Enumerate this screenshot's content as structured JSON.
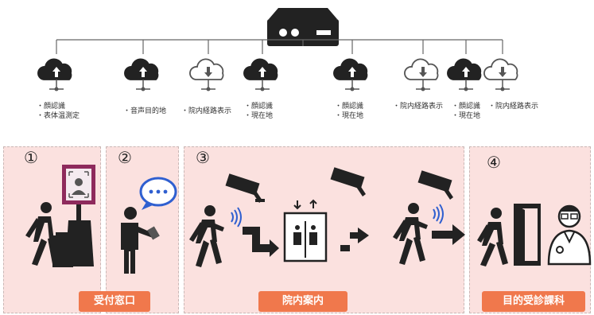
{
  "clouds": [
    {
      "kind": "upload",
      "lines": [
        "・顔認識",
        "・表体温測定"
      ]
    },
    {
      "kind": "upload",
      "lines": [
        "・音声目的地"
      ]
    },
    {
      "kind": "download",
      "lines": [
        "・院内経路表示"
      ]
    },
    {
      "kind": "upload",
      "lines": [
        "・顔認識",
        "・現在地"
      ]
    },
    {
      "kind": "upload",
      "lines": [
        "・顔認識",
        "・現在地"
      ]
    },
    {
      "kind": "download",
      "lines": [
        "・院内経路表示"
      ]
    },
    {
      "kind": "upload",
      "lines": [
        "・顔認識",
        "・現在地"
      ]
    },
    {
      "kind": "download",
      "lines": [
        "・院内経路表示"
      ]
    }
  ],
  "sections": [
    {
      "number": "①",
      "label": "受付窓口"
    },
    {
      "number": "②",
      "label": ""
    },
    {
      "number": "③",
      "label": "院内案内"
    },
    {
      "number": "④",
      "label": "目的受診課科"
    }
  ],
  "colors": {
    "panel": "#fbe1df",
    "badge": "#f0784c",
    "icon": "#222222",
    "accent": "#2f5fd0",
    "frame": "#8e2a5c"
  }
}
